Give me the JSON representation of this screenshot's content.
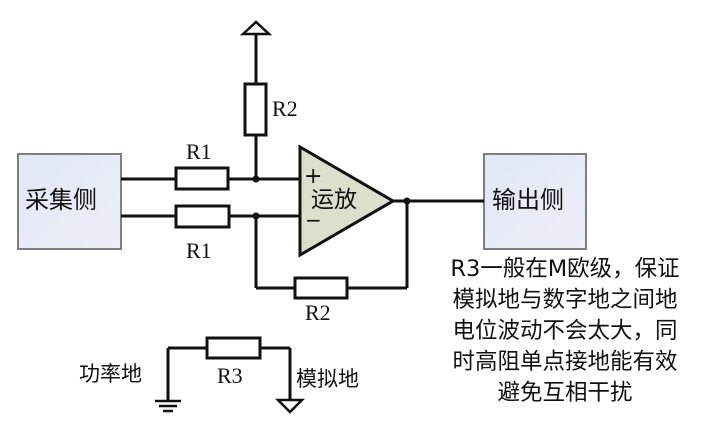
{
  "diagram": {
    "title": "",
    "blocks": {
      "input_side": "采集侧",
      "output_side": "输出侧",
      "opamp": "运放",
      "opamp_plus": "+",
      "opamp_minus": "−"
    },
    "resistors": {
      "r1_top": "R1",
      "r1_bottom": "R1",
      "r2_top": "R2",
      "r2_feedback": "R2",
      "r3": "R3"
    },
    "grounds": {
      "power_ground": "功率地",
      "analog_ground": "模拟地"
    },
    "note_lines": [
      "R3一般在M欧级，保证",
      "模拟地与数字地之间地",
      "电位波动不会太大，同",
      "时高阻单点接地能有效",
      "避免互相干扰"
    ],
    "colors": {
      "box_fill": "#e6eaf6",
      "box_stroke": "#7f7f7f",
      "opamp_fill": "#dcdfcc",
      "wire": "#111111"
    }
  }
}
